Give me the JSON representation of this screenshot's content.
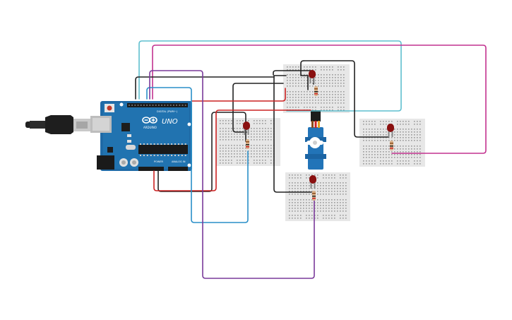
{
  "arduino": {
    "logo_text": "UNO",
    "brand_text": "ARDUINO",
    "digital_label": "DIGITAL (PWM~)",
    "power_label": "POWER",
    "analog_label": "ANALOG IN",
    "board_color": "#1f6aa6",
    "pcb_dark": "#17578b"
  },
  "colors": {
    "wire_cyan": "#5fbfcf",
    "wire_magenta": "#c2328f",
    "wire_black": "#222222",
    "wire_red": "#cc2222",
    "wire_blue": "#2a8fc8",
    "wire_purple": "#7a3a9a",
    "breadboard": "#e7e7e7",
    "led": "#8a1010",
    "servo": "#2274b8"
  },
  "components": {
    "usb_cable": "usb-cable",
    "breadboards": [
      "breadboard-top",
      "breadboard-left",
      "breadboard-right",
      "breadboard-bottom"
    ],
    "leds": [
      "led-top",
      "led-left",
      "led-right",
      "led-bottom"
    ],
    "servo": "servo-motor"
  }
}
